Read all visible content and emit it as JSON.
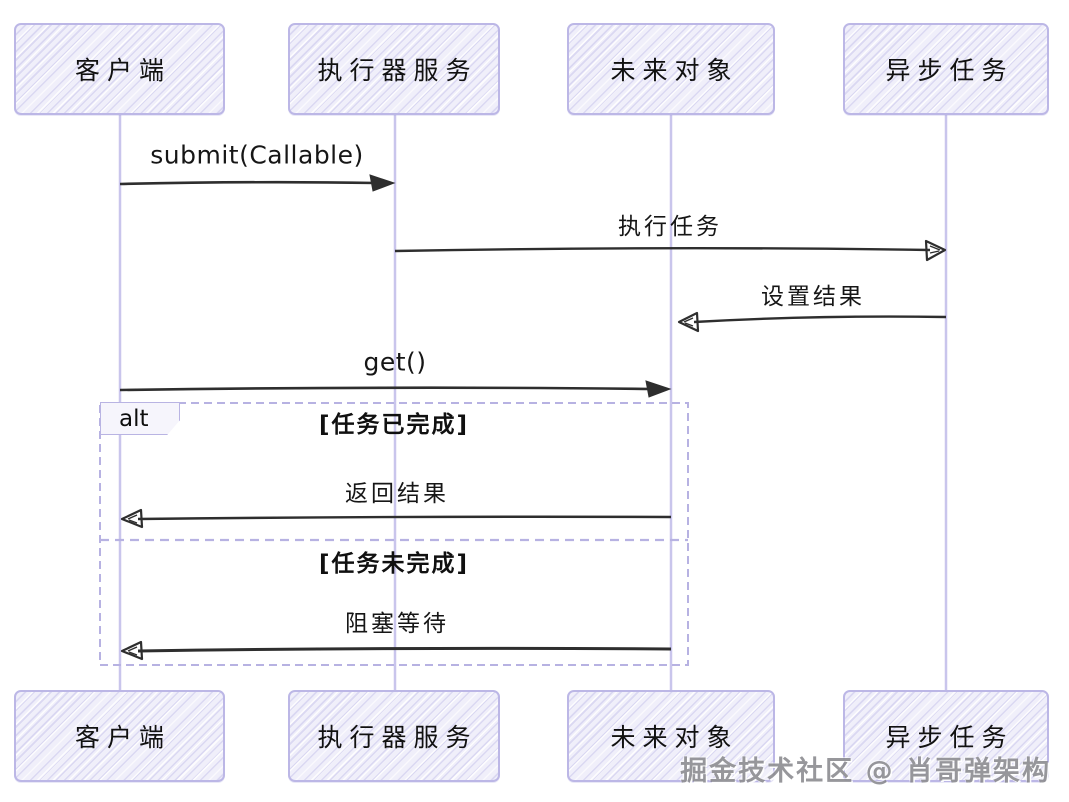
{
  "diagram": {
    "type": "sequence",
    "participants": [
      {
        "id": "client",
        "label": "客户端"
      },
      {
        "id": "executor",
        "label": "执行器服务"
      },
      {
        "id": "future",
        "label": "未来对象"
      },
      {
        "id": "task",
        "label": "异步任务"
      }
    ],
    "messages": [
      {
        "label": "submit(Callable)",
        "from": "客户端",
        "to": "执行器服务",
        "arrow": "solid-filled"
      },
      {
        "label": "执行任务",
        "from": "执行器服务",
        "to": "异步任务",
        "arrow": "solid-open"
      },
      {
        "label": "设置结果",
        "from": "异步任务",
        "to": "未来对象",
        "arrow": "solid-open"
      },
      {
        "label": "get()",
        "from": "客户端",
        "to": "未来对象",
        "arrow": "solid-filled"
      },
      {
        "label": "返回结果",
        "from": "未来对象",
        "to": "客户端",
        "arrow": "solid-open"
      },
      {
        "label": "阻塞等待",
        "from": "未来对象",
        "to": "客户端",
        "arrow": "solid-open"
      }
    ],
    "alt_block": {
      "operator": "alt",
      "conditions": [
        "[任务已完成]",
        "[任务未完成]"
      ]
    },
    "watermark": "掘金技术社区 @ 肖哥弹架构",
    "colors": {
      "box_fill": "#f0effa",
      "box_border": "#bcb7e6",
      "lifeline": "#c9c5ec",
      "frame": "#b7b2e2",
      "arrow": "#2e2e2e",
      "text": "#111111",
      "watermark": "#7d7d82"
    }
  }
}
